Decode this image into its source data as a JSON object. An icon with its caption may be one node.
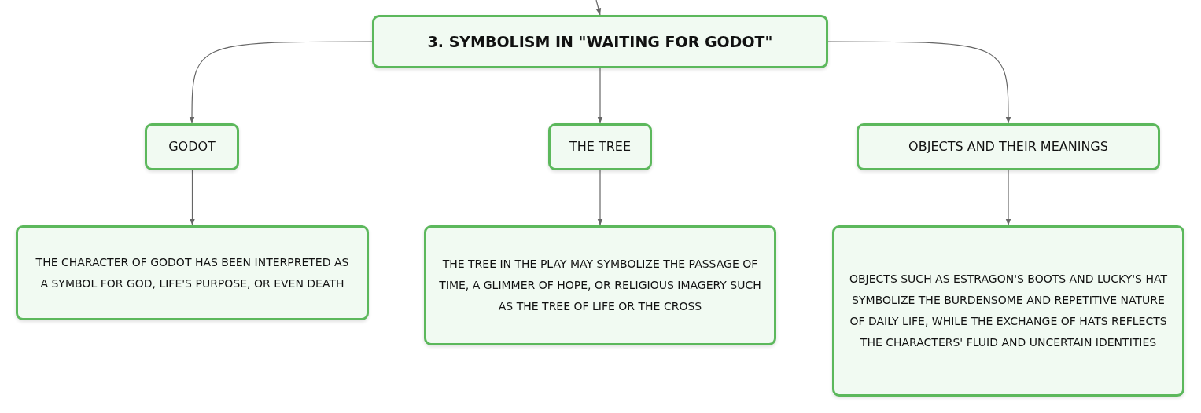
{
  "diagram": {
    "nodes": [
      {
        "text": [
          "3. SYMBOLISM IN \"WAITING FOR GODOT\""
        ]
      },
      {
        "text": [
          "GODOT"
        ]
      },
      {
        "text": [
          "THE TREE"
        ]
      },
      {
        "text": [
          "OBJECTS AND THEIR MEANINGS"
        ]
      },
      {
        "text": [
          "THE CHARACTER OF GODOT HAS BEEN INTERPRETED AS A SYMBOL FOR GOD, LIFE'S PURPOSE, OR EVEN DEATH"
        ]
      },
      {
        "text": [
          "THE TREE IN THE PLAY MAY SYMBOLIZE THE PASSAGE OF TIME, A GLIMMER OF HOPE, OR RELIGIOUS IMAGERY SUCH AS THE TREE OF LIFE OR THE CROSS"
        ]
      },
      {
        "text": [
          "OBJECTS SUCH AS ESTRAGON'S BOOTS AND LUCKY'S HAT SYMBOLIZE THE BURDENSOME AND REPETITIVE NATURE OF DAILY LIFE, WHILE THE EXCHANGE OF HATS REFLECTS THE CHARACTERS' FLUID AND UNCERTAIN IDENTITIES"
        ]
      }
    ],
    "edges": [
      {
        "from": null,
        "to": 0,
        "arrow": "to"
      },
      {
        "from": 0,
        "to": 1,
        "arrow": "to"
      },
      {
        "from": 0,
        "to": 2,
        "arrow": "to"
      },
      {
        "from": 0,
        "to": 3,
        "arrow": "to"
      },
      {
        "from": 1,
        "to": 4,
        "arrow": "to"
      },
      {
        "from": 2,
        "to": 5,
        "arrow": "to"
      },
      {
        "from": 3,
        "to": 6,
        "arrow": "to"
      }
    ]
  }
}
